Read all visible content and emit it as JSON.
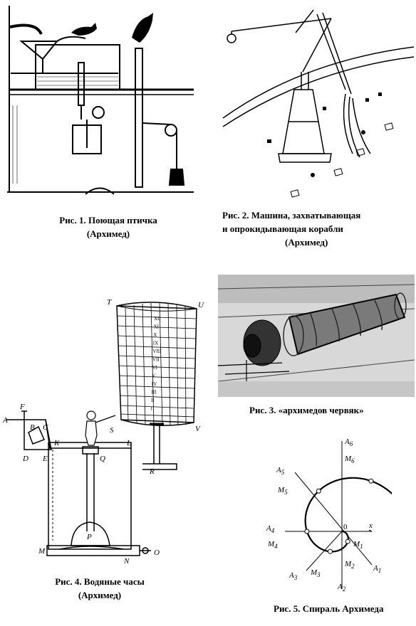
{
  "figures": [
    {
      "caption_lines": [
        "Рис. 1. Поющая птичка",
        "(Архимед)"
      ]
    },
    {
      "caption_lines": [
        "Рис. 2. Машина, захватывающая",
        "и опрокидывающая корабли",
        "(Архимед)"
      ]
    },
    {
      "caption_lines": [
        "Рис. 3. «архимедов червяк»"
      ]
    },
    {
      "caption_lines": [
        "Рис. 4. Водяные часы",
        "(Архимед)"
      ]
    },
    {
      "caption_lines": [
        "Рис. 5. Спираль Архимеда"
      ]
    }
  ],
  "fig4_labels": {
    "T": "T",
    "U": "U",
    "S": "S",
    "V": "V",
    "F": "F",
    "A": "A",
    "B": "B",
    "C": "C",
    "D": "D",
    "E": "E",
    "K": "K",
    "Q": "Q",
    "L": "L",
    "R": "R",
    "P": "P",
    "M": "M",
    "N": "N",
    "O": "O",
    "hours": [
      "XII",
      "XI",
      "X",
      "IX",
      "VIII",
      "VII",
      "VI",
      "V",
      "IV",
      "III",
      "II",
      "I"
    ]
  },
  "fig5_labels": {
    "A6": [
      "A",
      "6"
    ],
    "M6": [
      "M",
      "6"
    ],
    "A5": [
      "A",
      "5"
    ],
    "M5": [
      "M",
      "5"
    ],
    "A4": [
      "A",
      "4"
    ],
    "M4": [
      "M",
      "4"
    ],
    "O": "0",
    "x": "x",
    "M1": [
      "M",
      "1"
    ],
    "A1": [
      "A",
      "1"
    ],
    "M2": [
      "M",
      "2"
    ],
    "A2": [
      "A",
      "2"
    ],
    "A3": [
      "A",
      "3"
    ],
    "M3": [
      "M",
      "3"
    ]
  }
}
